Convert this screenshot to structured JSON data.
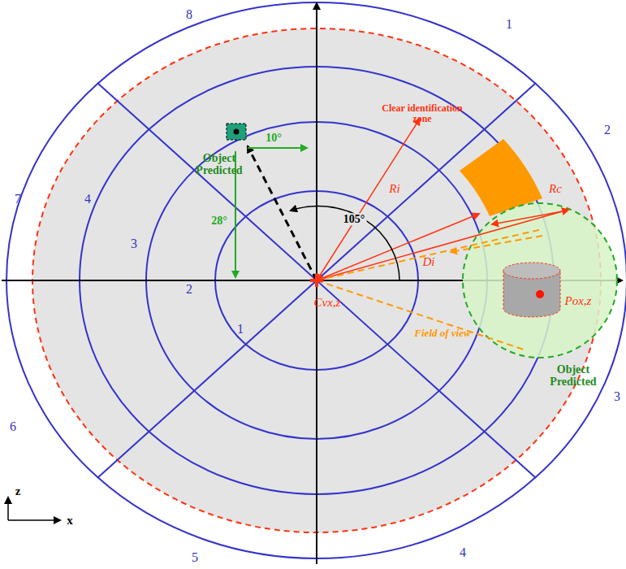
{
  "diagram": {
    "labels": [
      "1",
      "2",
      "3",
      "4",
      "5",
      "6",
      "7",
      "8",
      "4",
      "3",
      "2",
      "1",
      "Clear identification zone",
      "Ri",
      "Di",
      "Rc",
      "Object Predicted",
      "Object Predicted",
      "10°",
      "28°",
      "105°",
      "Field of view",
      "Cvx,z",
      "Pox,z",
      "z",
      "x"
    ]
  }
}
